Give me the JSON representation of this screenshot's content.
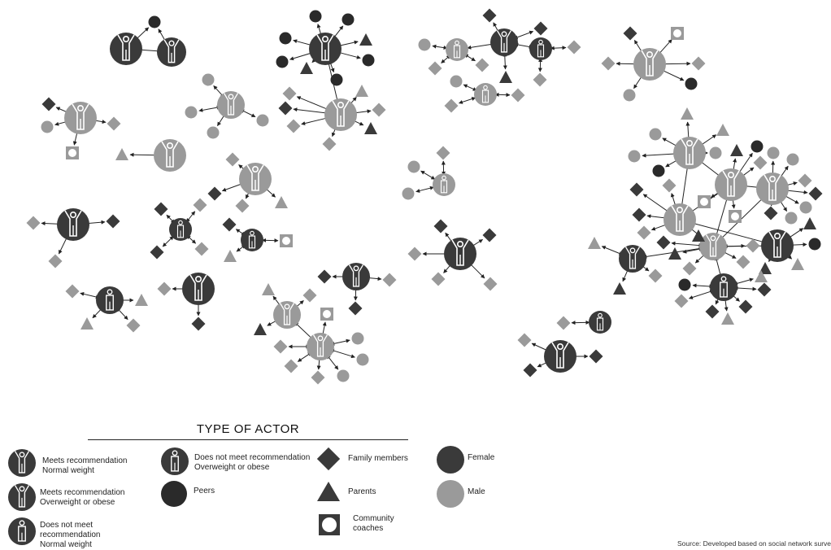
{
  "legend": {
    "title": "TYPE OF ACTOR",
    "meets_normal_1": "Meets recommendation",
    "meets_normal_2": "Normal weight",
    "meets_over_1": "Meets recommendation",
    "meets_over_2": "Overweight or obese",
    "notmeets_normal_1": "Does not meet",
    "notmeets_normal_2": "recommendation",
    "notmeets_normal_3": "Normal weight",
    "notmeets_over_1": "Does not meet recommendation",
    "notmeets_over_2": "Overweight or obese",
    "peers": "Peers",
    "family": "Family members",
    "parents": "Parents",
    "coaches_1": "Community",
    "coaches_2": "coaches",
    "female": "Female",
    "male": "Male"
  },
  "colors": {
    "female": "#3a3a3a",
    "male": "#9a9a9a",
    "peer": "#2a2a2a",
    "edge": "#222222"
  },
  "source": "Source: Developed based on social network surve"
}
